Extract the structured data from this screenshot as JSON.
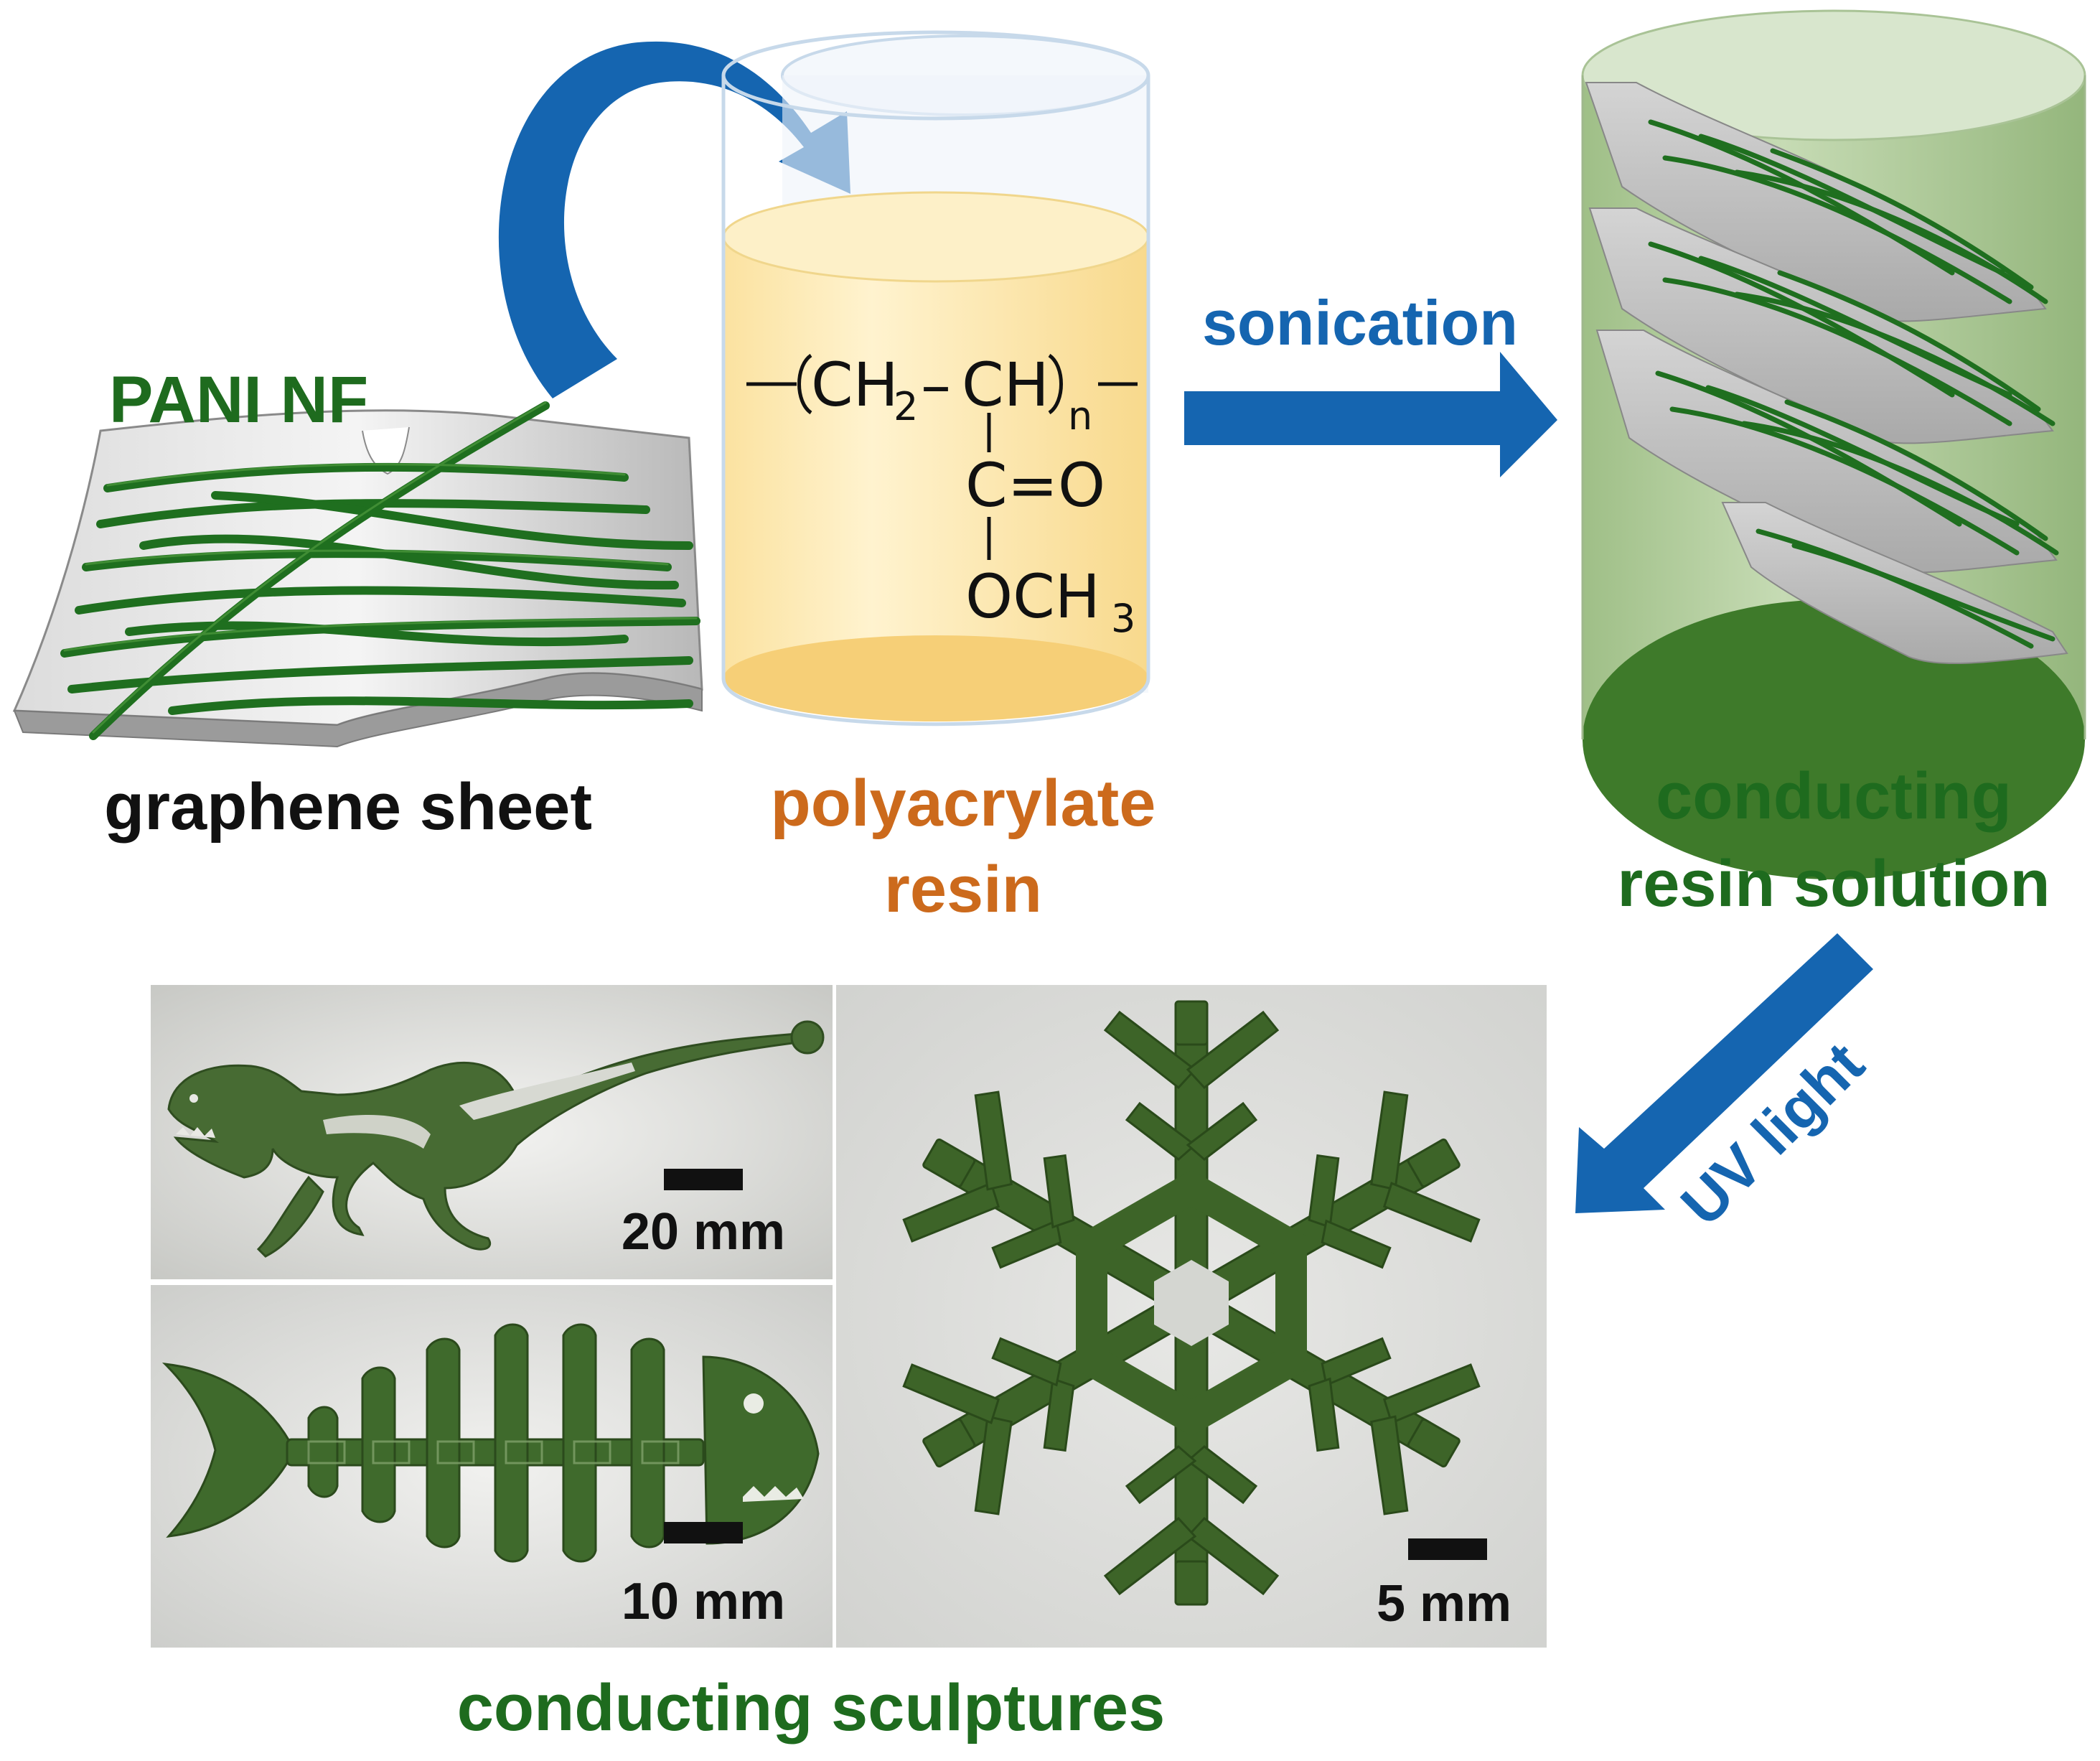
{
  "labels": {
    "pani_nf": "PANI NF",
    "graphene_sheet": "graphene sheet",
    "resin_line1": "polyacrylate",
    "resin_line2": "resin",
    "sonication": "sonication",
    "conducting_line1": "conducting",
    "conducting_line2": "resin solution",
    "uv_light": "UV light",
    "sculptures": "conducting sculptures"
  },
  "chemistry": {
    "ch2": "CH",
    "ch2_sub": "2",
    "dash": "–",
    "ch": "CH",
    "n_sub": "n",
    "carbonyl": "C=O",
    "methoxy": "OCH",
    "methoxy_sub": "3"
  },
  "photos": {
    "dinosaur_scale": "20 mm",
    "fish_scale": "10 mm",
    "snowflake_scale": "5 mm"
  },
  "colors": {
    "arrow_blue": "#1565b0",
    "text_green": "#1e6b1e",
    "text_orange": "#cc6a1c",
    "fiber_green": "#1f6f1f",
    "sheet_gray": "#c9c9c9",
    "resin_yellow": "#fde7a6",
    "solution_green": "#bcd3a8",
    "sculpture_green": "#3d6428"
  }
}
